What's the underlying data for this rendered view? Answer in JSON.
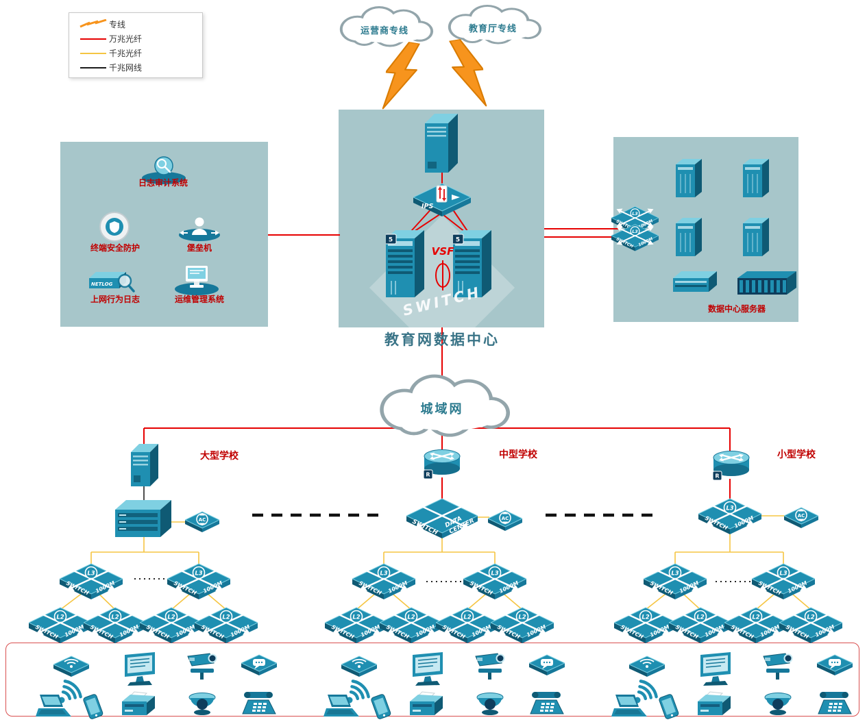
{
  "legend": {
    "items": [
      {
        "label": "专线"
      },
      {
        "label": "万兆光纤"
      },
      {
        "label": "千兆光纤"
      },
      {
        "label": "千兆网线"
      }
    ]
  },
  "clouds": {
    "carrier": "运营商专线",
    "edu": "教育厅专线",
    "man": "城域网"
  },
  "datacenter": {
    "title": "教育网数据中心",
    "vsf": "VSF",
    "ips": "IPS",
    "watermark": "SWITCH",
    "core_tag": "5"
  },
  "security_zone": {
    "audit": "日志审计系统",
    "terminal": "终端安全防护",
    "bastion": "堡垒机",
    "netlog_label": "上网行为日志",
    "netlog_text": "NETLOG",
    "ops": "运维管理系统"
  },
  "server_zone": {
    "label": "数据中心服务器"
  },
  "schools": [
    {
      "label": "大型学校"
    },
    {
      "label": "中型学校"
    },
    {
      "label": "小型学校"
    }
  ],
  "switch_text": {
    "switch": "SWITCH",
    "speed": "1000M",
    "l3": "L3",
    "l2": "L2",
    "ac": "AC",
    "dc1": "DATA",
    "dc2": "CENTER",
    "router_badge": "R"
  },
  "bottom_devices": [
    "wlan-ap",
    "wifi-signal",
    "laptop",
    "smartphone",
    "desktop-monitor",
    "printer",
    "ptz-camera",
    "dome-camera",
    "chat-terminal",
    "telephone"
  ]
}
